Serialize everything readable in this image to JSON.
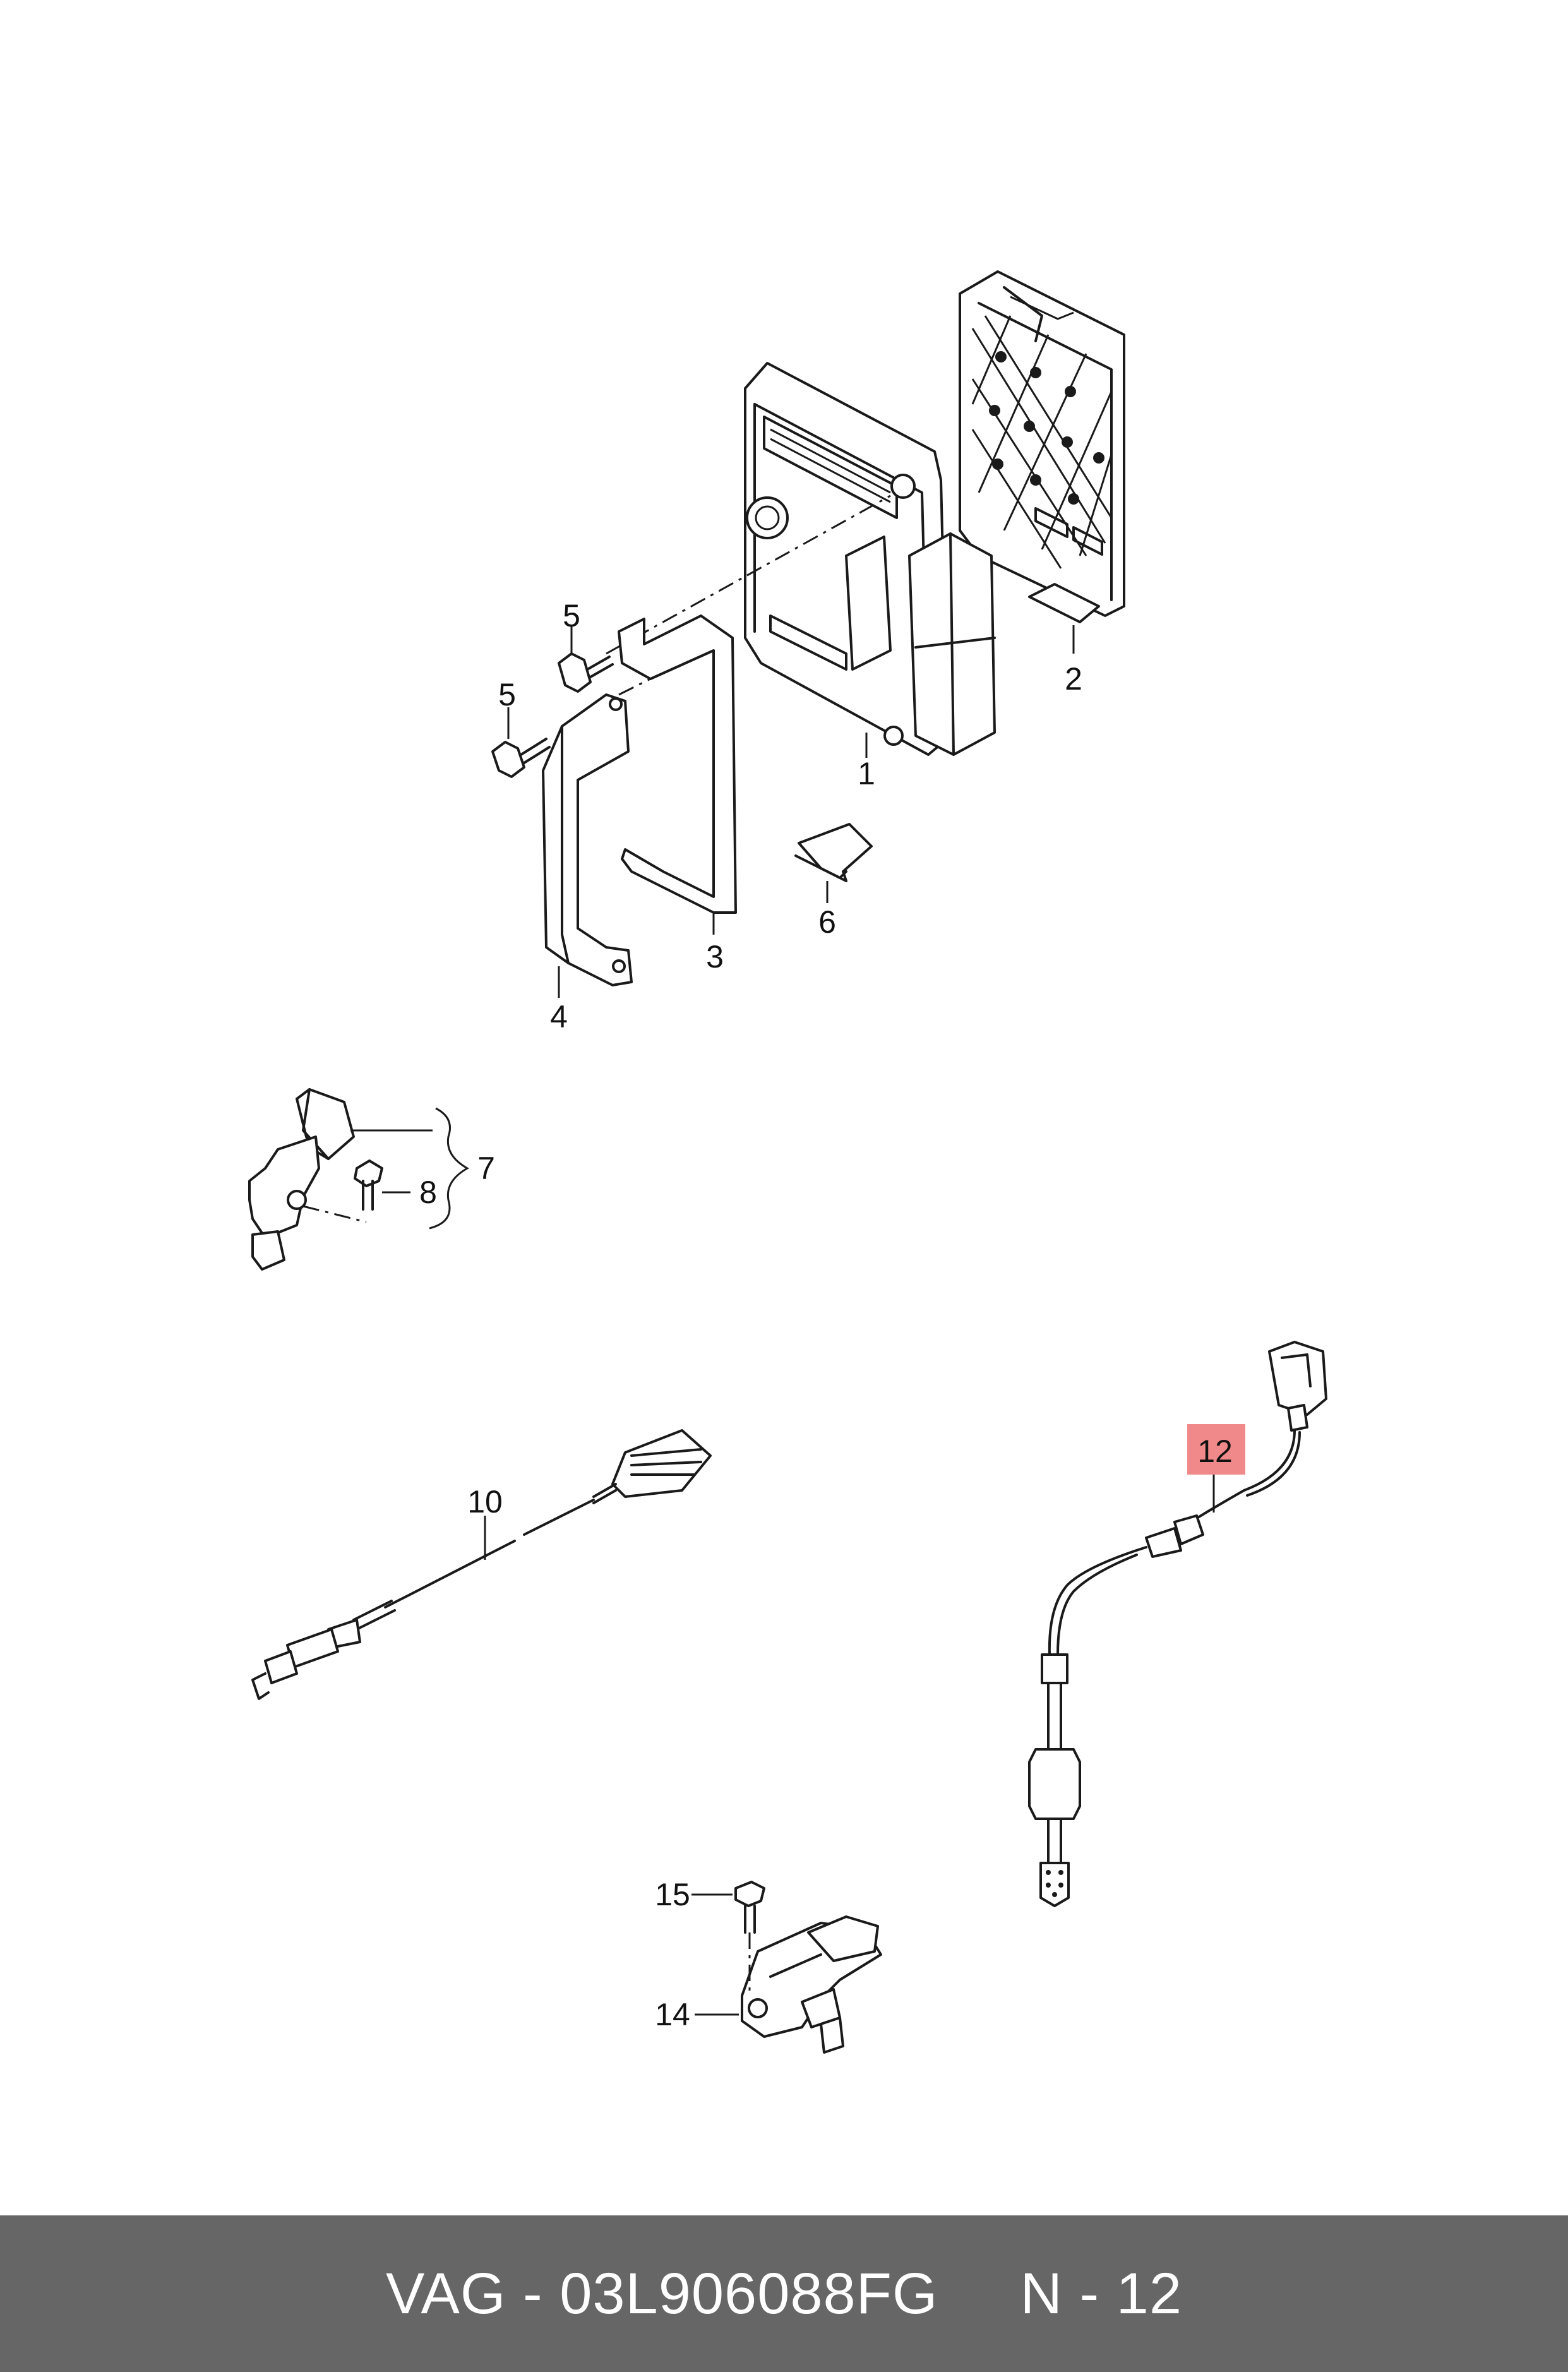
{
  "diagram": {
    "labels": {
      "p1": "1",
      "p2": "2",
      "p3": "3",
      "p4": "4",
      "p5a": "5",
      "p5b": "5",
      "p6": "6",
      "p7": "7",
      "p8": "8",
      "p10": "10",
      "p12": "12",
      "p14": "14",
      "p15": "15"
    },
    "highlighted_part": "12",
    "highlight_color": "#f08a8a",
    "line_color": "#1a1a1a"
  },
  "footer": {
    "part_number": "VAG - 03L906088FG",
    "page_ref": "N - 12",
    "background": "#666666"
  }
}
